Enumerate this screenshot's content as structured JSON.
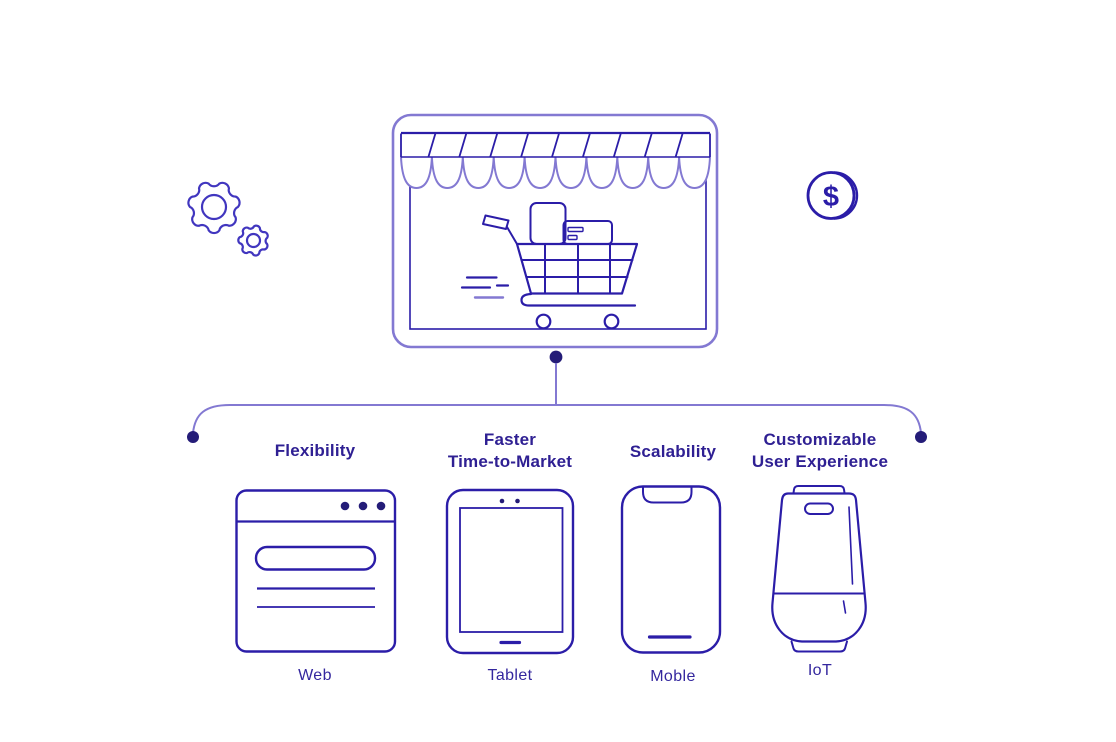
{
  "palette": {
    "stroke_dark": "#2b1da8",
    "stroke_medium": "#4136bf",
    "stroke_light": "#8379d2",
    "dot_fill": "#241c78",
    "text": "#2f2093",
    "background": "#ffffff"
  },
  "hero": {
    "icon": "storefront-monitor-with-cart-icon",
    "decorations": [
      {
        "icon": "gears-icon"
      },
      {
        "icon": "dollar-coin-icon",
        "symbol": "$"
      }
    ]
  },
  "branches": [
    {
      "title_lines": [
        "Flexibility"
      ],
      "device": "Web",
      "icon": "browser-window-icon"
    },
    {
      "title_lines": [
        "Faster",
        "Time-to-Market"
      ],
      "device": "Tablet",
      "icon": "tablet-icon"
    },
    {
      "title_lines": [
        "Scalability"
      ],
      "device": "Moble",
      "icon": "smartphone-icon"
    },
    {
      "title_lines": [
        "Customizable",
        "User Experience"
      ],
      "device": "IoT",
      "icon": "smart-speaker-icon"
    }
  ]
}
